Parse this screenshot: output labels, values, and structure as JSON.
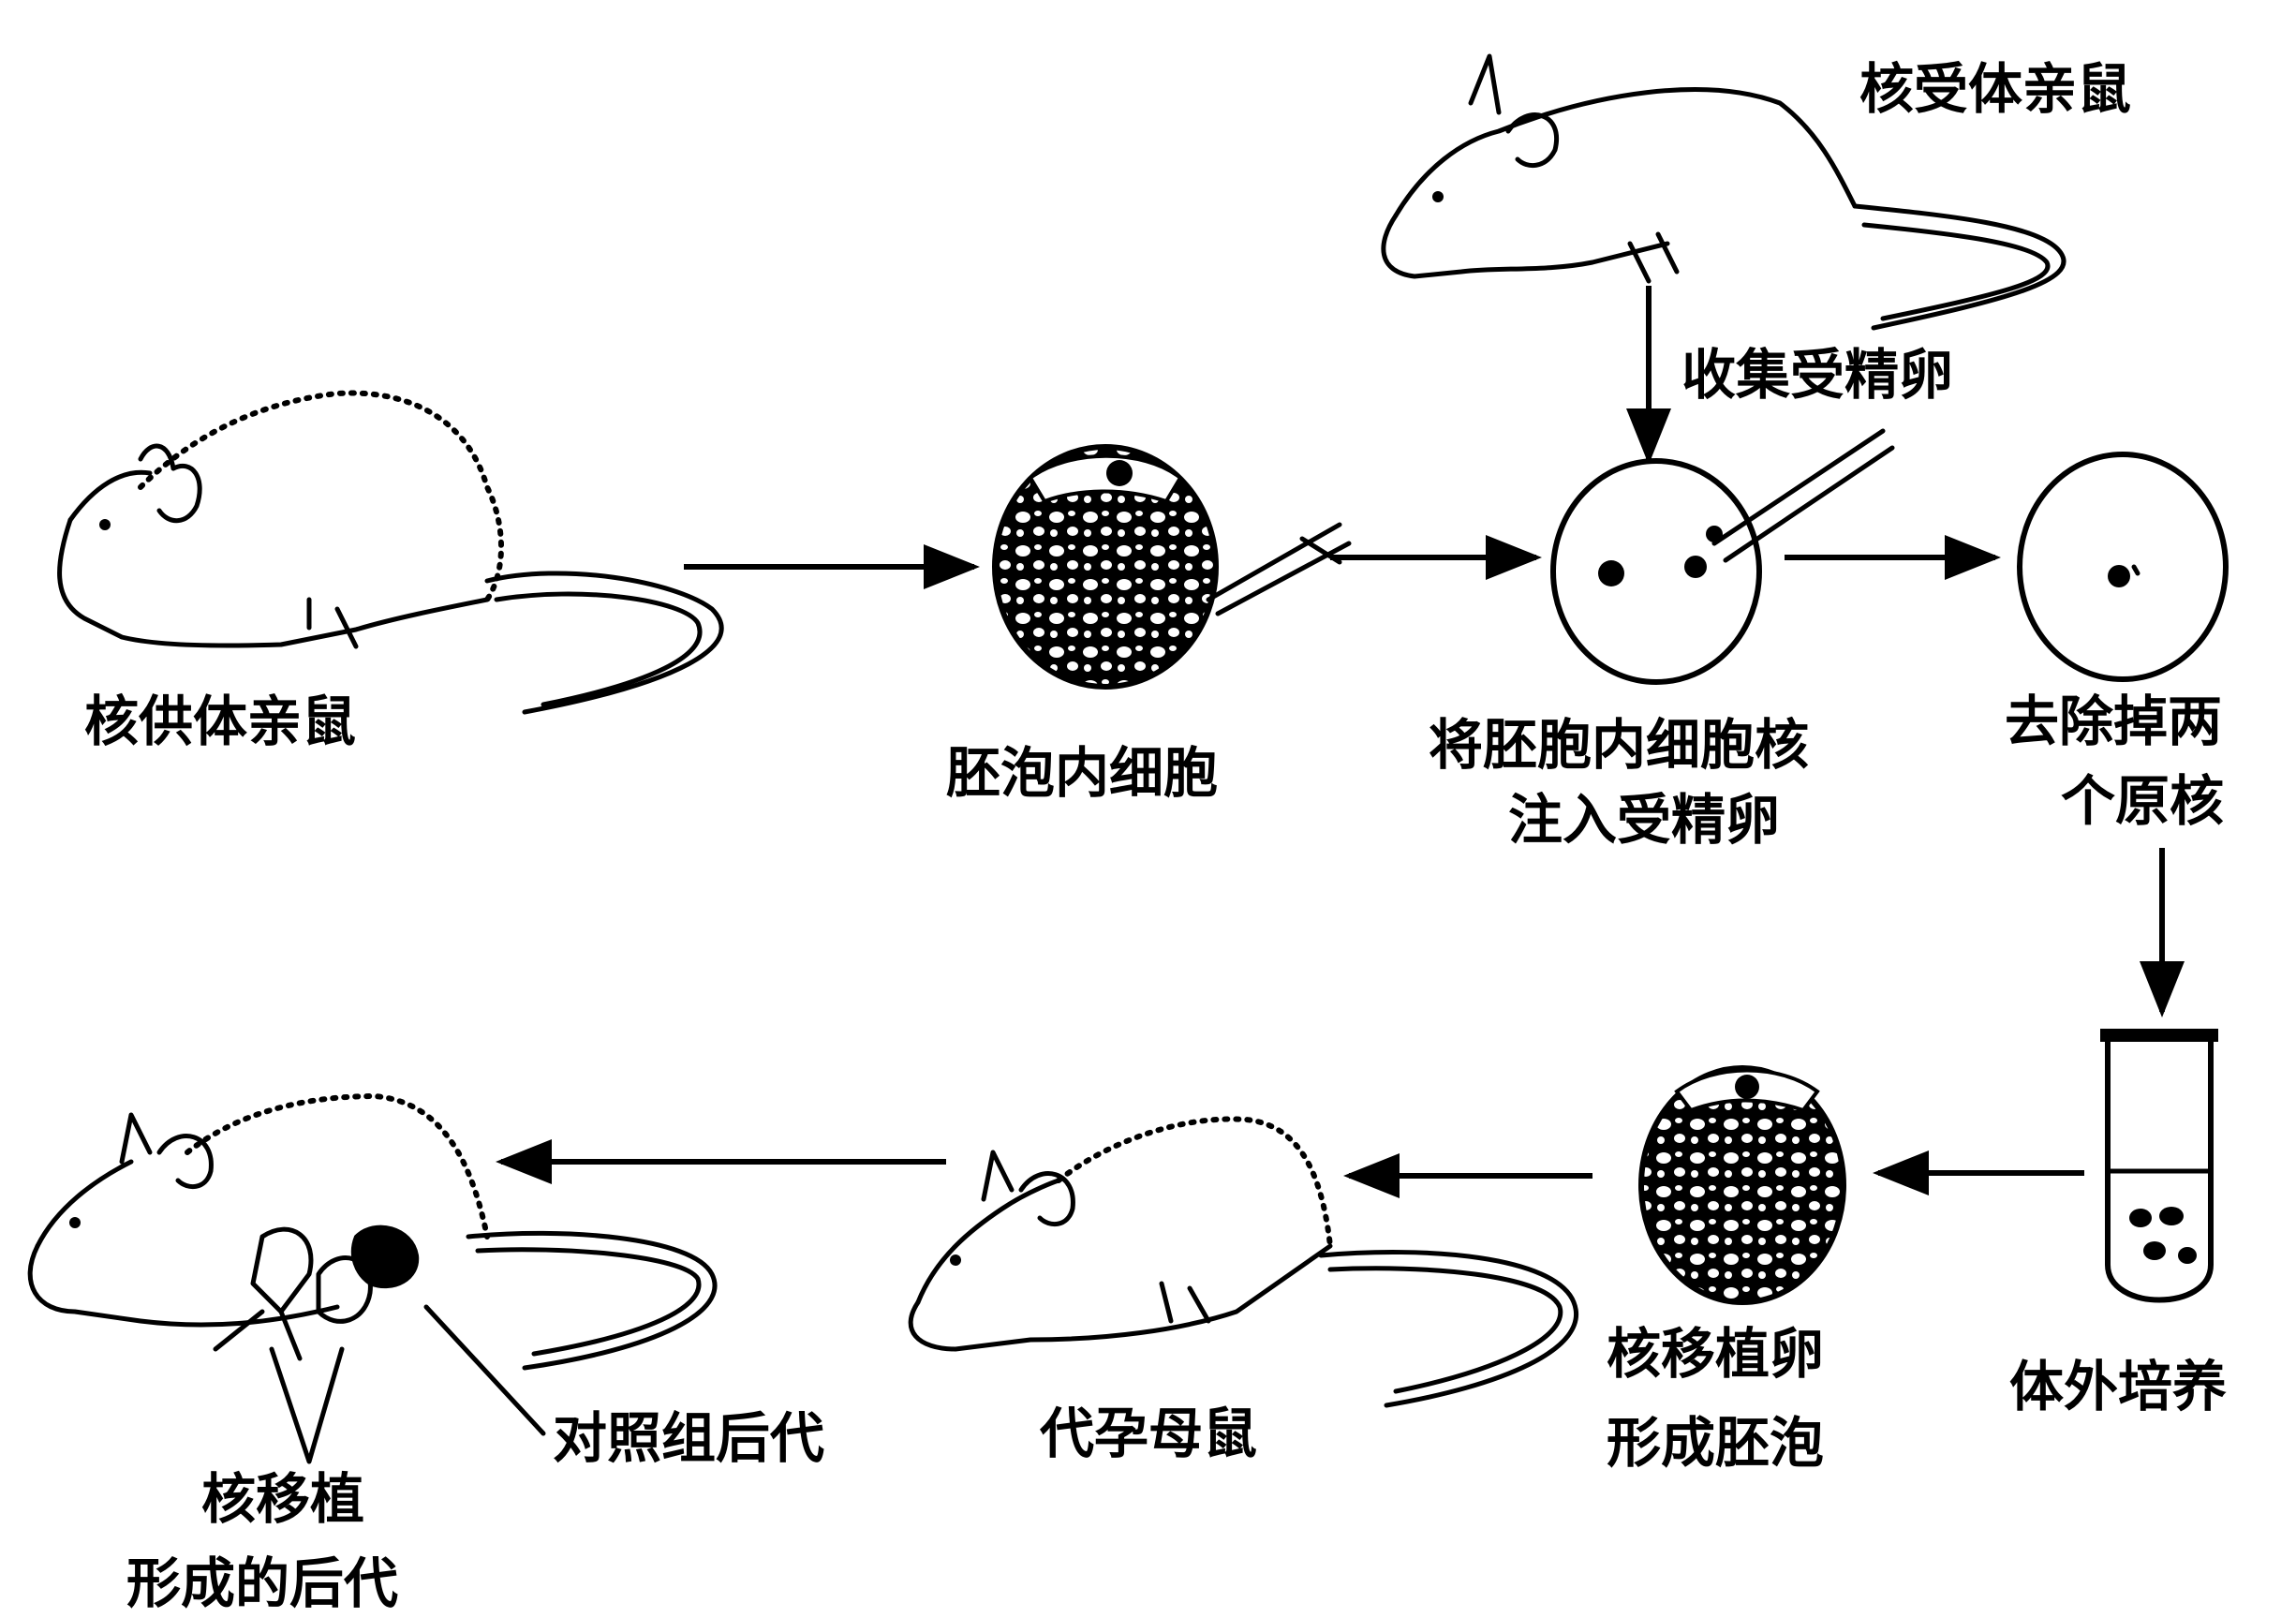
{
  "labels": {
    "donor_mouse": "核供体亲鼠",
    "recipient_mouse": "核受体亲鼠",
    "collect_eggs": "收集受精卵",
    "blastocyst_cells": "胚泡内细胞",
    "inject_line1": "将胚胞内细胞核",
    "inject_line2": "注入受精卵",
    "remove_line1": "去除掉两",
    "remove_line2": "个原核",
    "culture": "体外培养",
    "nt_egg_line1": "核移植卵",
    "nt_egg_line2": "形成胚泡",
    "surrogate": "代孕母鼠",
    "control_offspring": "对照组后代",
    "nt_offspring_line1": "核移植",
    "nt_offspring_line2": "形成的后代"
  },
  "colors": {
    "ink": "#000000",
    "paper": "#ffffff"
  }
}
